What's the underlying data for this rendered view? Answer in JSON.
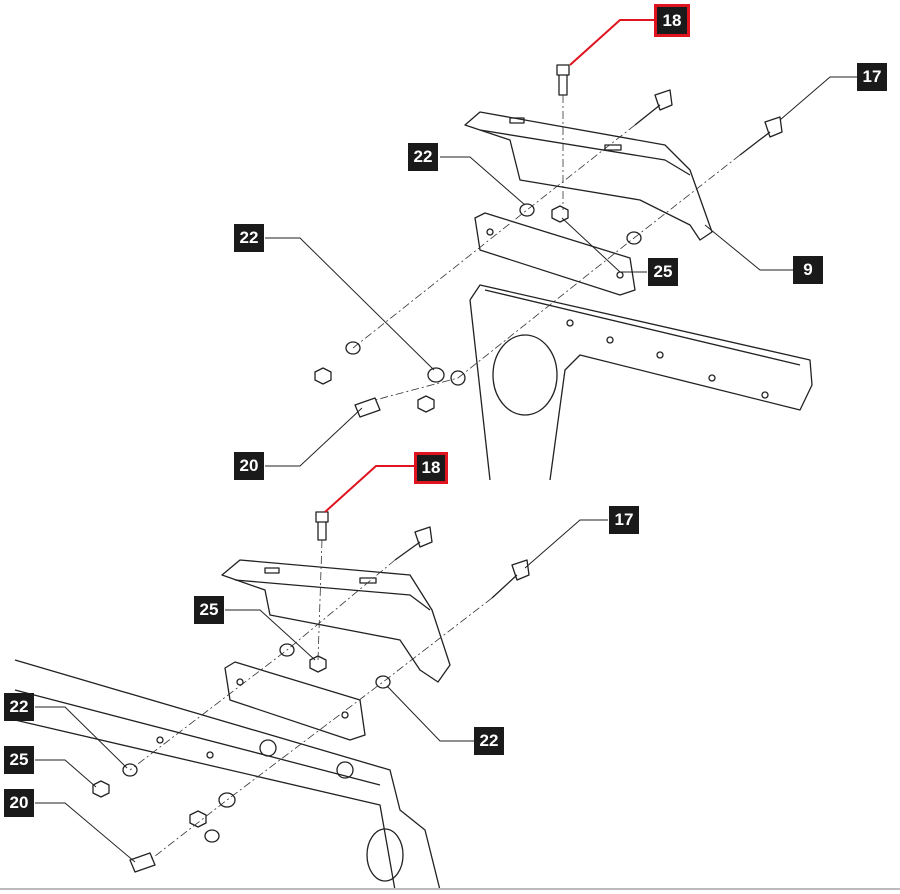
{
  "diagram": {
    "highlight_color": "#e0141e",
    "callouts": [
      {
        "id": "c1",
        "label": "18",
        "highlighted": true
      },
      {
        "id": "c2",
        "label": "17",
        "highlighted": false
      },
      {
        "id": "c3",
        "label": "22",
        "highlighted": false
      },
      {
        "id": "c4",
        "label": "22",
        "highlighted": false
      },
      {
        "id": "c5",
        "label": "9",
        "highlighted": false
      },
      {
        "id": "c6",
        "label": "25",
        "highlighted": false
      },
      {
        "id": "c7",
        "label": "20",
        "highlighted": false
      },
      {
        "id": "c8",
        "label": "18",
        "highlighted": true
      },
      {
        "id": "c9",
        "label": "17",
        "highlighted": false
      },
      {
        "id": "c10",
        "label": "25",
        "highlighted": false
      },
      {
        "id": "c11",
        "label": "22",
        "highlighted": false
      },
      {
        "id": "c12",
        "label": "22",
        "highlighted": false
      },
      {
        "id": "c13",
        "label": "25",
        "highlighted": false
      },
      {
        "id": "c14",
        "label": "20",
        "highlighted": false
      }
    ]
  }
}
